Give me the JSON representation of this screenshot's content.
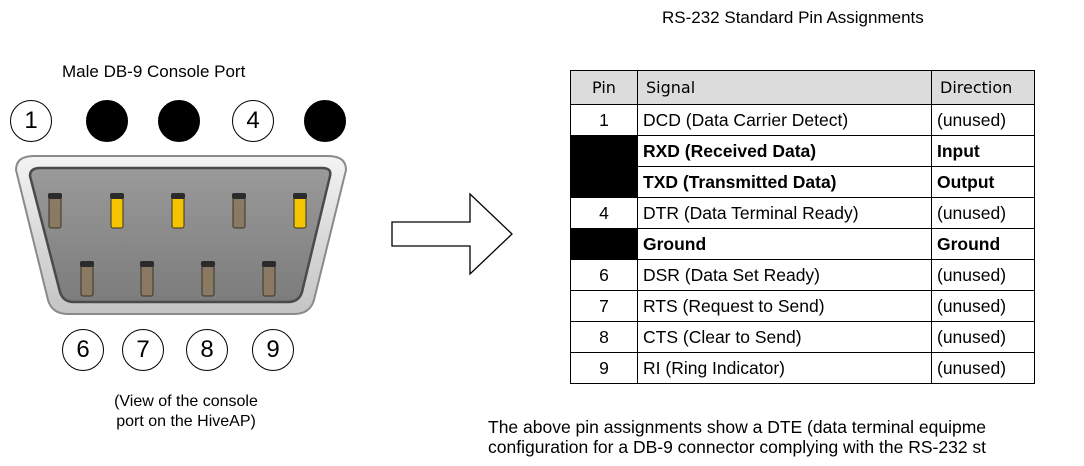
{
  "port": {
    "title": "Male DB-9 Console Port",
    "top_labels": [
      "1",
      "",
      "",
      "4",
      ""
    ],
    "bottom_labels": [
      "6",
      "7",
      "8",
      "9"
    ],
    "caption_line1": "(View of the console",
    "caption_line2": "port on the HiveAP)",
    "colors": {
      "shell": "#e4e4e4",
      "face": "#8c8c8c",
      "face_rim": "#555555",
      "pin_brown": "#8a7a64",
      "pin_yellow": "#f5c400",
      "pin_cap": "#2b2b2b"
    },
    "top_row_pins": [
      "brown",
      "yellow",
      "yellow",
      "brown",
      "yellow"
    ],
    "bottom_row_pins": [
      "brown",
      "brown",
      "brown",
      "brown"
    ]
  },
  "table": {
    "title": "RS-232 Standard Pin Assignments",
    "headers": [
      "Pin",
      "Signal",
      "Direction"
    ],
    "rows": [
      {
        "pin": "1",
        "signal": "DCD (Data Carrier Detect)",
        "direction": "(unused)",
        "bold": false,
        "redacted": false
      },
      {
        "pin": "",
        "signal": "RXD (Received Data)",
        "direction": "Input",
        "bold": true,
        "redacted": true
      },
      {
        "pin": "",
        "signal": "TXD (Transmitted Data)",
        "direction": "Output",
        "bold": true,
        "redacted": true
      },
      {
        "pin": "4",
        "signal": "DTR (Data Terminal Ready)",
        "direction": "(unused)",
        "bold": false,
        "redacted": false
      },
      {
        "pin": "",
        "signal": "Ground",
        "direction": "Ground",
        "bold": true,
        "redacted": true
      },
      {
        "pin": "6",
        "signal": "DSR (Data Set Ready)",
        "direction": "(unused)",
        "bold": false,
        "redacted": false
      },
      {
        "pin": "7",
        "signal": "RTS (Request to Send)",
        "direction": "(unused)",
        "bold": false,
        "redacted": false
      },
      {
        "pin": "8",
        "signal": "CTS (Clear to Send)",
        "direction": "(unused)",
        "bold": false,
        "redacted": false
      },
      {
        "pin": "9",
        "signal": "RI (Ring Indicator)",
        "direction": "(unused)",
        "bold": false,
        "redacted": false
      }
    ],
    "header_bg": "#dcdcdc"
  },
  "note": {
    "line1": "The above pin assignments show a DTE (data terminal equipme",
    "line2": "configuration for a DB-9 connector complying with the RS-232 st"
  }
}
